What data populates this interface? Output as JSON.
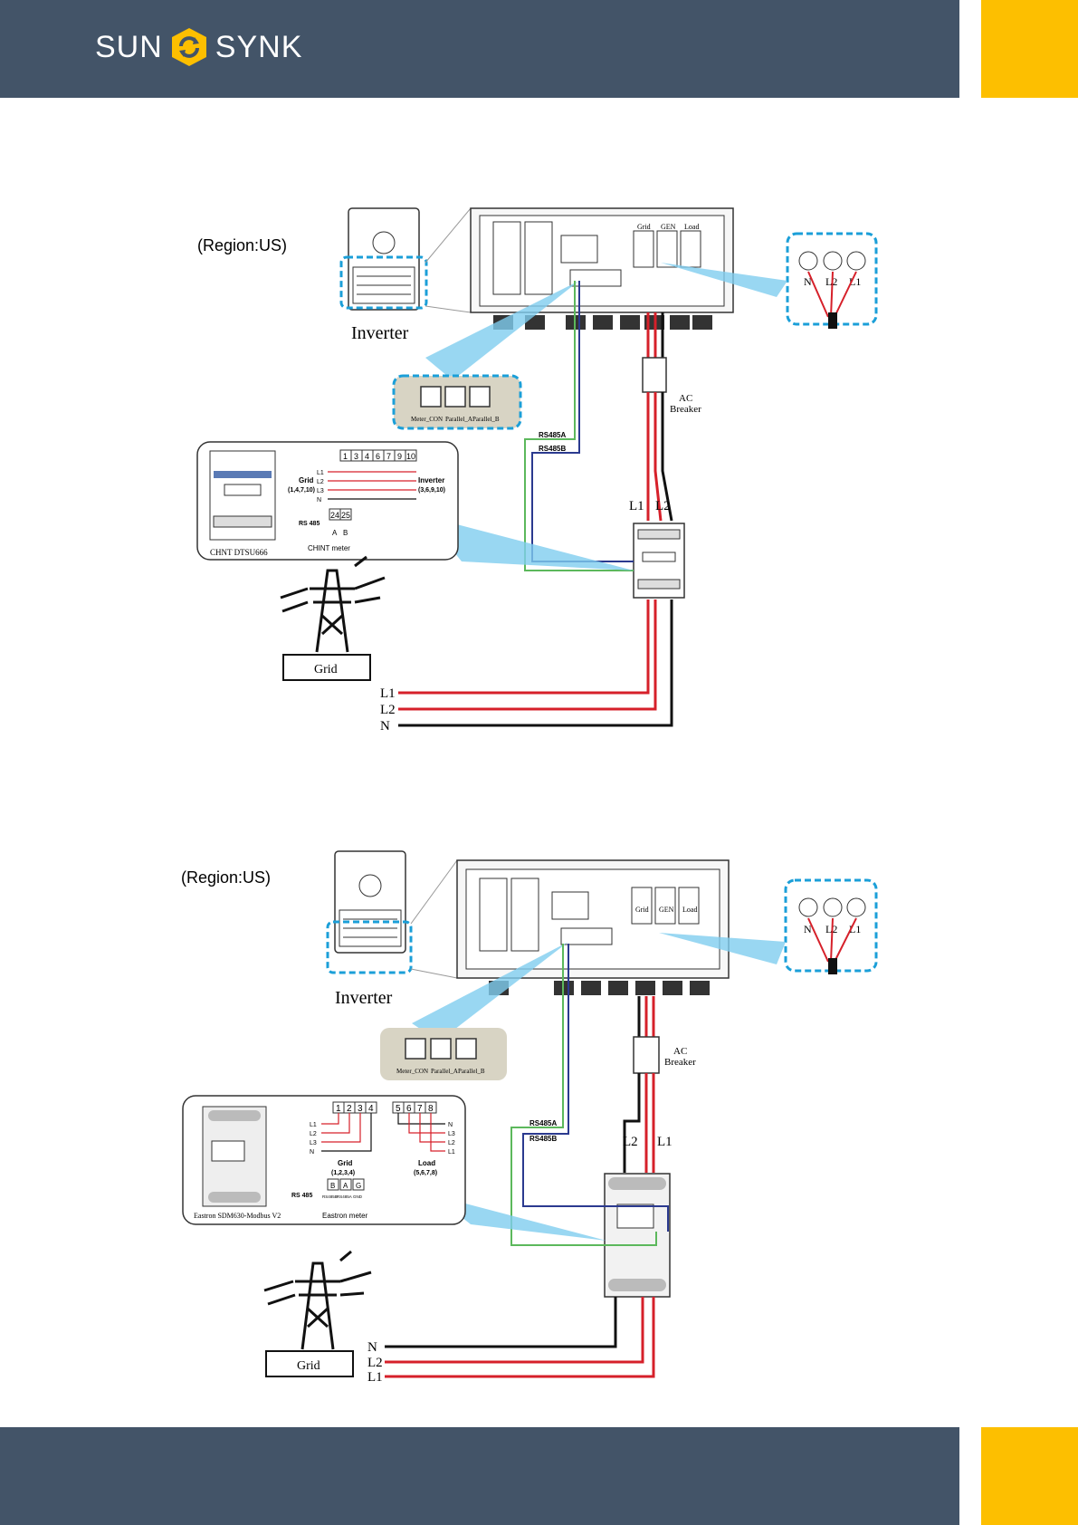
{
  "header": {
    "brand_left": "SUN",
    "brand_right": "SYNK"
  },
  "colors": {
    "band": "#435468",
    "accent": "#fdbf00",
    "callout": "#1b9fd8",
    "wire_red": "#d6202a",
    "wire_black": "#111111",
    "rs485a": "#5cb85c",
    "rs485b": "#2b3a8f"
  },
  "diagram1": {
    "region": "(Region:US)",
    "inverter_label": "Inverter",
    "inverter_ports": [
      "Meter_CON",
      "Parallel_A",
      "Parallel_B"
    ],
    "terminal_groups": [
      "Grid",
      "GEN",
      "Load"
    ],
    "zoom_terminals": [
      "N",
      "L2",
      "L1"
    ],
    "breaker": [
      "AC",
      "Breaker"
    ],
    "rs485a": "RS485A",
    "rs485b": "RS485B",
    "meter_top": [
      "L1",
      "L2"
    ],
    "meter_box": {
      "caption": "CHNT DTSU666",
      "title": "CHINT meter",
      "terminals": [
        "1",
        "3",
        "4",
        "6",
        "7",
        "9",
        "10"
      ],
      "lines": [
        "L1",
        "L2",
        "L3",
        "N"
      ],
      "grid_label": "Grid",
      "grid_pins": "(1,4,7,10)",
      "inverter_label": "Inverter",
      "inverter_pins": "(3,6,9,10)",
      "rs485_label": "RS 485",
      "rs485_terminals": [
        "24",
        "25"
      ],
      "rs485_letters": [
        "A",
        "B"
      ]
    },
    "grid_label": "Grid",
    "grid_lines": [
      "L1",
      "L2",
      "N"
    ]
  },
  "diagram2": {
    "region": "(Region:US)",
    "inverter_label": "Inverter",
    "inverter_ports": [
      "Meter_CON",
      "Parallel_A",
      "Parallel_B"
    ],
    "terminal_groups": [
      "Grid",
      "GEN",
      "Load"
    ],
    "zoom_terminals": [
      "N",
      "L2",
      "L1"
    ],
    "breaker": [
      "AC",
      "Breaker"
    ],
    "rs485a": "RS485A",
    "rs485b": "RS485B",
    "meter_top": [
      "L2",
      "L1"
    ],
    "meter_box": {
      "caption": "Eastron SDM630-Modbus V2",
      "title": "Eastron meter",
      "grid_terminals": [
        "1",
        "2",
        "3",
        "4"
      ],
      "load_terminals": [
        "5",
        "6",
        "7",
        "8"
      ],
      "grid_lines": [
        "L1",
        "L2",
        "L3",
        "N"
      ],
      "load_lines": [
        "N",
        "L3",
        "L2",
        "L1"
      ],
      "grid_label": "Grid",
      "grid_pins": "(1,2,3,4)",
      "load_label": "Load",
      "load_pins": "(5,6,7,8)",
      "rs485_label": "RS 485",
      "rs485_terminals": [
        "B",
        "A",
        "G"
      ],
      "rs485_sub": [
        "RS485B",
        "RS485A",
        "GND"
      ]
    },
    "grid_label": "Grid",
    "grid_lines": [
      "N",
      "L2",
      "L1"
    ]
  }
}
